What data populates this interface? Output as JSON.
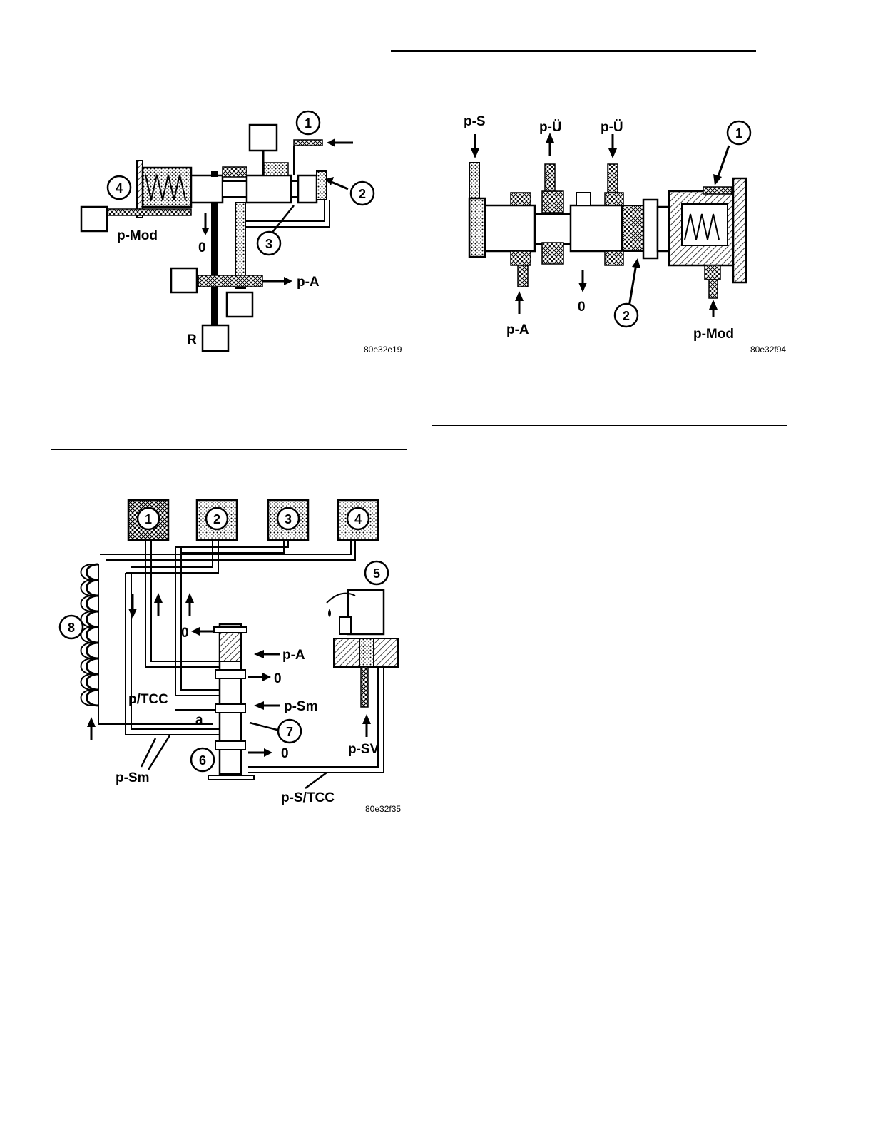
{
  "figures": {
    "fig1": {
      "code": "80e32e19",
      "callouts": [
        "1",
        "2",
        "3",
        "4"
      ],
      "labels": {
        "p_mod": "p-Mod",
        "zero": "0",
        "p_a": "p-A",
        "r": "R"
      }
    },
    "fig2": {
      "code": "80e32f94",
      "callouts": [
        "1",
        "2"
      ],
      "labels": {
        "p_s": "p-S",
        "p_u1": "p-Ü",
        "p_u2": "p-Ü",
        "p_a": "p-A",
        "zero": "0",
        "p_mod": "p-Mod"
      }
    },
    "fig3": {
      "code": "80e32f35",
      "callouts": [
        "1",
        "2",
        "3",
        "4",
        "5",
        "6",
        "7",
        "8"
      ],
      "labels": {
        "zero_top": "0",
        "p_a": "p-A",
        "zero_mid": "0",
        "p_tcc": "p/TCC",
        "p_sm_right": "p-Sm",
        "a": "a",
        "zero_low": "0",
        "p_sm_left": "p-Sm",
        "p_sv": "p-SV",
        "p_s_tcc": "p-S/TCC"
      }
    }
  },
  "colors": {
    "ink": "#000000",
    "link": "#2a4bd0"
  }
}
